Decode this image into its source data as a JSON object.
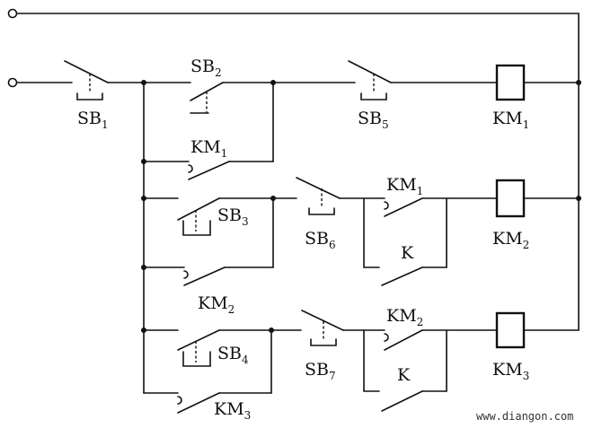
{
  "labels": {
    "sb1": {
      "base": "SB",
      "sub": "1"
    },
    "sb2": {
      "base": "SB",
      "sub": "2"
    },
    "sb3": {
      "base": "SB",
      "sub": "3"
    },
    "sb4": {
      "base": "SB",
      "sub": "4"
    },
    "sb5": {
      "base": "SB",
      "sub": "5"
    },
    "sb6": {
      "base": "SB",
      "sub": "6"
    },
    "sb7": {
      "base": "SB",
      "sub": "7"
    },
    "km1_contact": {
      "base": "KM",
      "sub": "1"
    },
    "km2_contact": {
      "base": "KM",
      "sub": "2"
    },
    "km3_contact": {
      "base": "KM",
      "sub": "3"
    },
    "km1_interlock": {
      "base": "KM",
      "sub": "1"
    },
    "km2_interlock": {
      "base": "KM",
      "sub": "2"
    },
    "km1_coil": {
      "base": "KM",
      "sub": "1"
    },
    "km2_coil": {
      "base": "KM",
      "sub": "2"
    },
    "km3_coil": {
      "base": "KM",
      "sub": "3"
    },
    "k_row2": "K",
    "k_row3": "K"
  },
  "watermark": "www.diangon.com"
}
